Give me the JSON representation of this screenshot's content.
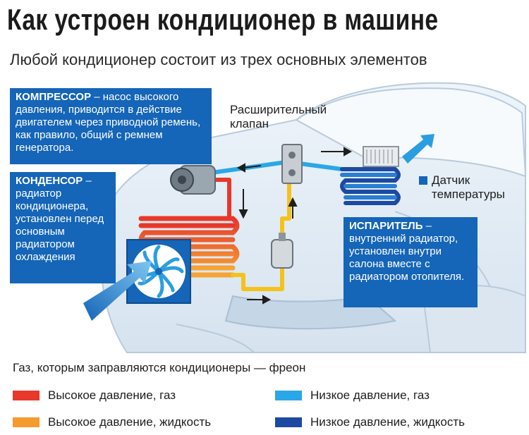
{
  "title": "Как устроен кондиционер в машине",
  "subtitle": "Любой кондиционер состоит из трех основных элементов",
  "compressor": {
    "heading": "КОМПРЕССОР",
    "text": " – насос высокого давления, приводится в действие двигателем через приводной ремень, как правило, общий с ремнем генератора."
  },
  "condenser": {
    "heading": "КОНДЕНСОР",
    "text": " – радиатор кондиционера, установлен перед основным радиатором охлаждения"
  },
  "evaporator": {
    "heading": "ИСПАРИТЕЛЬ",
    "text": " – внутренний радиатор, установлен внутри салона вместе с радиатором отопителя."
  },
  "expansion_valve_label": "Расширительный клапан",
  "temp_sensor_label": "Датчик температуры",
  "legend": {
    "title": "Газ, которым заправляются кондиционеры — фреон",
    "items": [
      {
        "label": "Высокое давление, газ",
        "color": "#e8372b"
      },
      {
        "label": "Высокое давление, жидкость",
        "color": "#f59a2f"
      },
      {
        "label": "Низкое давление, газ",
        "color": "#2aa7e6"
      },
      {
        "label": "Низкое давление, жидкость",
        "color": "#1c4aa3"
      }
    ]
  },
  "colors": {
    "box_blue": "#1565b8",
    "car_outline": "#c9d9e8"
  }
}
